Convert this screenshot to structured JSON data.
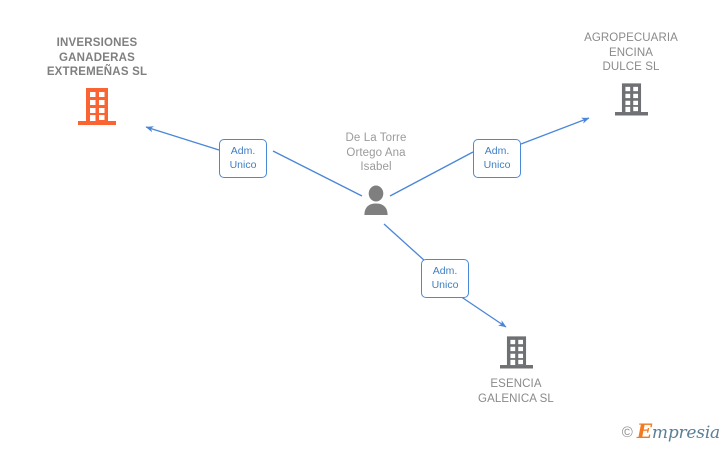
{
  "diagram": {
    "type": "relationship-network",
    "background_color": "#ffffff",
    "accent_blue": "#4a8ad4",
    "company_orange": "#f96432",
    "company_gray": "#6e7073",
    "text_gray": "#8a8a8a"
  },
  "center_node": {
    "id": "person",
    "name": "De La Torre\nOrtego Ana\nIsabel",
    "icon": "person-icon",
    "label_position": "above"
  },
  "company_nodes": [
    {
      "id": "inversiones-ganaderas-extremenas",
      "name": "INVERSIONES\nGANADERAS\nEXTREMEÑAS SL",
      "icon": "building-icon",
      "icon_color": "#f96432",
      "bold": true,
      "label_position": "above"
    },
    {
      "id": "agropecuaria-encina-dulce",
      "name": "AGROPECUARIA\nENCINA\nDULCE SL",
      "icon": "building-icon",
      "icon_color": "#6e7073",
      "bold": false,
      "label_position": "above"
    },
    {
      "id": "esencia-galenica",
      "name": "ESENCIA\nGALENICA SL",
      "icon": "building-icon",
      "icon_color": "#6e7073",
      "bold": false,
      "label_position": "below"
    }
  ],
  "edges": [
    {
      "id": "edge-inversiones",
      "from": "person",
      "to": "inversiones-ganaderas-extremenas",
      "label": "Adm.\nUnico",
      "direction": "to-company"
    },
    {
      "id": "edge-agropecuaria",
      "from": "person",
      "to": "agropecuaria-encina-dulce",
      "label": "Adm.\nUnico",
      "direction": "to-company"
    },
    {
      "id": "edge-esencia",
      "from": "person",
      "to": "esencia-galenica",
      "label": "Adm.\nUnico",
      "direction": "to-company"
    }
  ],
  "watermark": {
    "copyright": "©",
    "brand_initial": "E",
    "brand_rest": "mpresia"
  }
}
